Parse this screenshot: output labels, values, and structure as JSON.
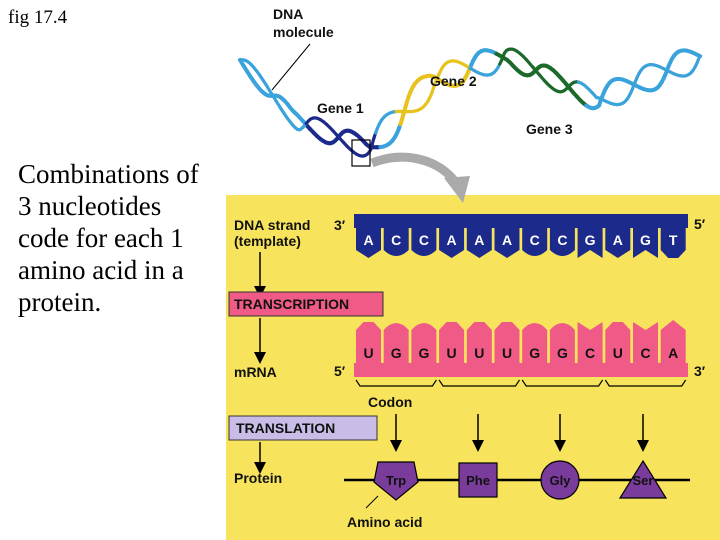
{
  "slide": {
    "fig_label": "fig 17.4",
    "caption_lines": [
      "Combinations of",
      "3 nucleotides",
      "code for each 1",
      "amino acid in a",
      "protein."
    ]
  },
  "diagram": {
    "dna_molecule_label_1": "DNA",
    "dna_molecule_label_2": "molecule",
    "gene1": "Gene 1",
    "gene2": "Gene 2",
    "gene3": "Gene 3",
    "dna_strand_label_1": "DNA strand",
    "dna_strand_label_2": "(template)",
    "strand_3prime": "3′",
    "strand_5prime": "5′",
    "dna_bases": [
      "A",
      "C",
      "C",
      "A",
      "A",
      "A",
      "C",
      "C",
      "G",
      "A",
      "G",
      "T"
    ],
    "transcription": "TRANSCRIPTION",
    "mrna_bases": [
      "U",
      "G",
      "G",
      "U",
      "U",
      "U",
      "G",
      "G",
      "C",
      "U",
      "C",
      "A"
    ],
    "mrna_label": "mRNA",
    "mrna_5prime": "5′",
    "mrna_3prime": "3′",
    "codon": "Codon",
    "translation": "TRANSLATION",
    "protein": "Protein",
    "amino_acids": [
      "Trp",
      "Phe",
      "Gly",
      "Ser"
    ],
    "amino_acid_label": "Amino acid",
    "colors": {
      "panel": "#f7e45c",
      "dna_blue": "#1c2a8c",
      "light_blue": "#3aa3dc",
      "gene2_yellow": "#e8c21e",
      "gene3_green": "#1c6a2a",
      "mrna_pink": "#ef5a86",
      "amino_purple": "#7a3c9a",
      "translation_box": "#c9bde8"
    }
  }
}
